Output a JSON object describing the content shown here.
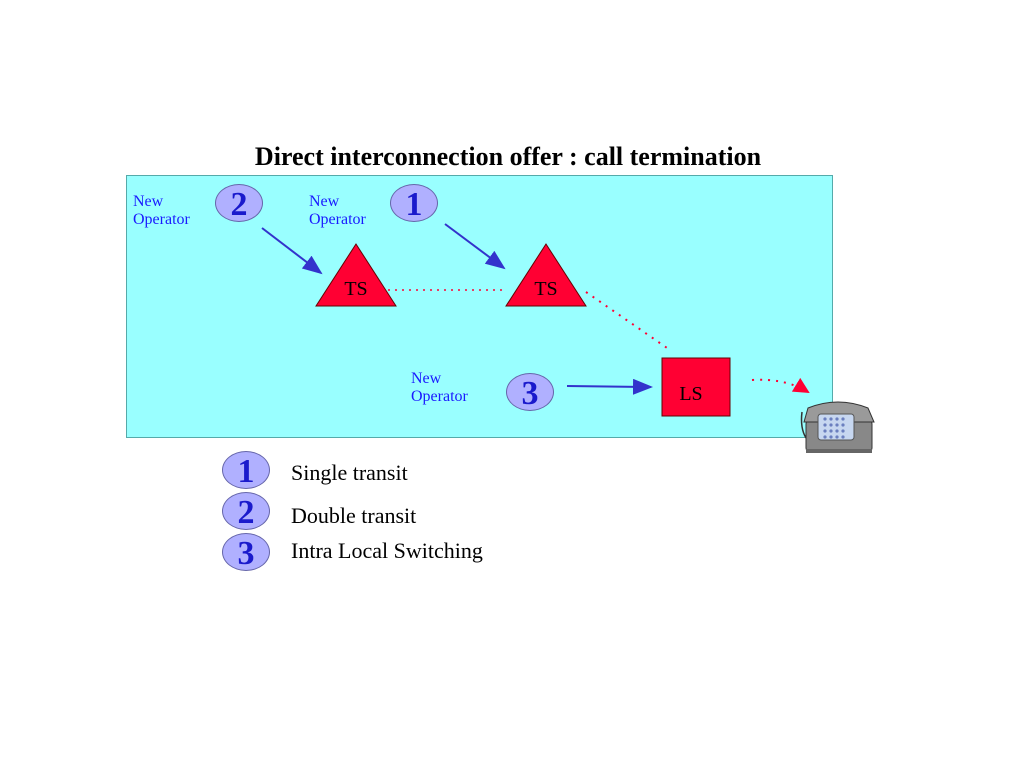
{
  "title": "Direct interconnection offer : call termination",
  "operators": [
    {
      "line1": "New",
      "line2": "Operator",
      "badge": "2"
    },
    {
      "line1": "New",
      "line2": "Operator",
      "badge": "1"
    },
    {
      "line1": "New",
      "line2": "Operator",
      "badge": "3"
    }
  ],
  "nodes": {
    "ts_left": "TS",
    "ts_right": "TS",
    "ls": "LS"
  },
  "legend": [
    {
      "number": "1",
      "text": "Single transit"
    },
    {
      "number": "2",
      "text": "Double transit"
    },
    {
      "number": "3",
      "text": "Intra Local Switching"
    }
  ],
  "colors": {
    "panel": "#99ffff",
    "switch_fill": "#ff0033",
    "arrow": "#3333cc",
    "dotted_link": "#ff0033",
    "badge_fill": "#b0b0ff"
  },
  "icons": [
    "telephone-icon"
  ]
}
